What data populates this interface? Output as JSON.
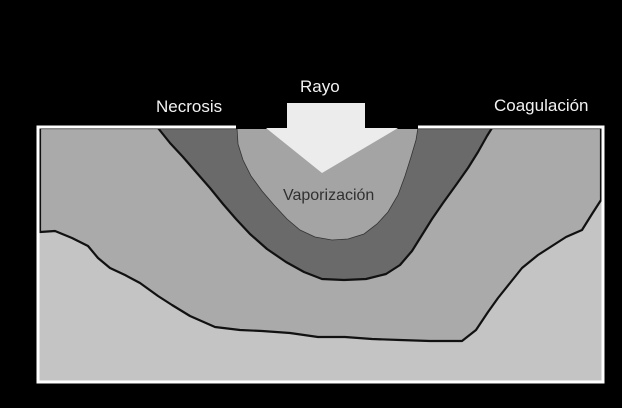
{
  "labels": {
    "beam": "Rayo",
    "necrosis": "Necrosis",
    "coagulation": "Coagulación",
    "vaporization": "Vaporización"
  },
  "colors": {
    "background": "#000000",
    "tissue": "#c4c4c4",
    "coagulation_zone": "#aaaaaa",
    "necrosis_zone": "#6a6a6a",
    "vaporization_zone": "#a4a4a4",
    "beam": "#ececec",
    "outline": "#ffffff",
    "label_text": "#f2f2f2"
  }
}
